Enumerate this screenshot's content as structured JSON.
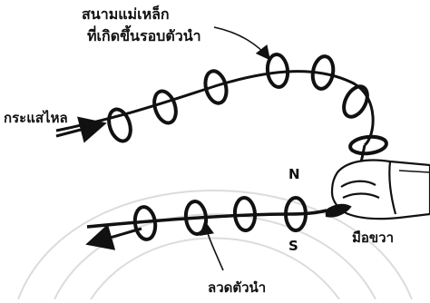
{
  "labels": {
    "magnetic_field_line1": "สนามแม่เหล็ก",
    "magnetic_field_line2": "ที่เกิดขึ้นรอบตัวนำ",
    "current": "กระแสไหล",
    "north": "N",
    "south": "S",
    "right_hand": "มือขวา",
    "conductor": "ลวดตัวนำ"
  },
  "colors": {
    "ink": "#111111",
    "background": "#ffffff",
    "watermark": "#dcdcdc"
  },
  "icons": [
    "magnetic-field-ring-icon",
    "right-hand-icon",
    "arrow-icon"
  ]
}
